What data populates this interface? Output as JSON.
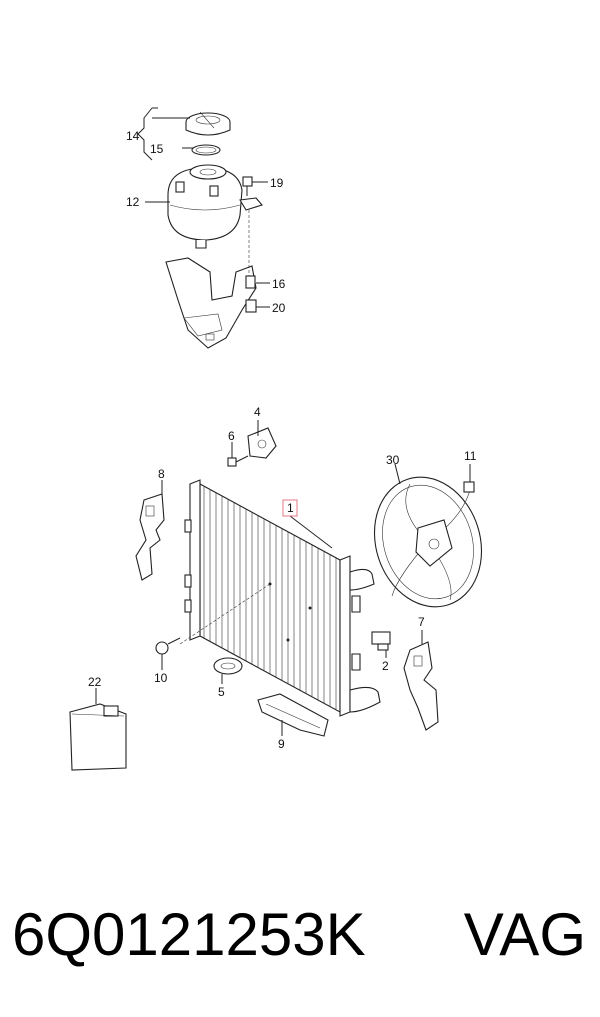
{
  "callouts": {
    "c1": "1",
    "c2": "2",
    "c4": "4",
    "c5": "5",
    "c6": "6",
    "c7": "7",
    "c8": "8",
    "c9": "9",
    "c10": "10",
    "c11": "11",
    "c12": "12",
    "c14": "14",
    "c15": "15",
    "c16": "16",
    "c19": "19",
    "c20": "20",
    "c22": "22",
    "c30": "30"
  },
  "caption": {
    "part_number": "6Q0121253K",
    "brand": "VAG"
  },
  "colors": {
    "highlight_box": "#e87a8a",
    "line": "#222222"
  }
}
